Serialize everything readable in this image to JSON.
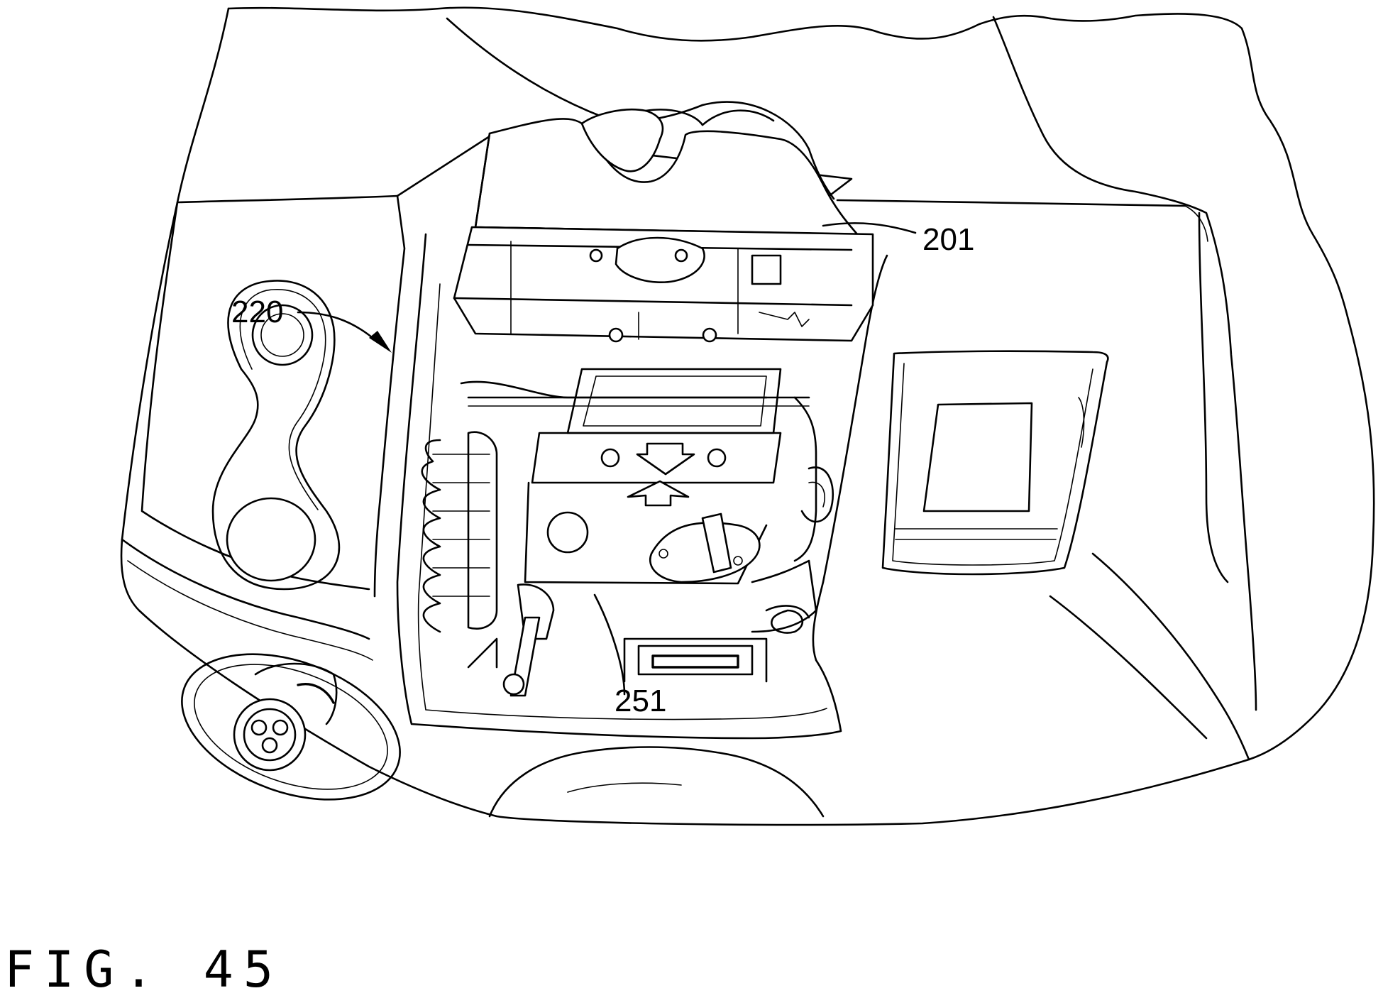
{
  "figure": {
    "caption": "FIG. 45",
    "reference_numerals": {
      "top_module": "201",
      "assembly": "220",
      "inner_plate": "251"
    }
  }
}
